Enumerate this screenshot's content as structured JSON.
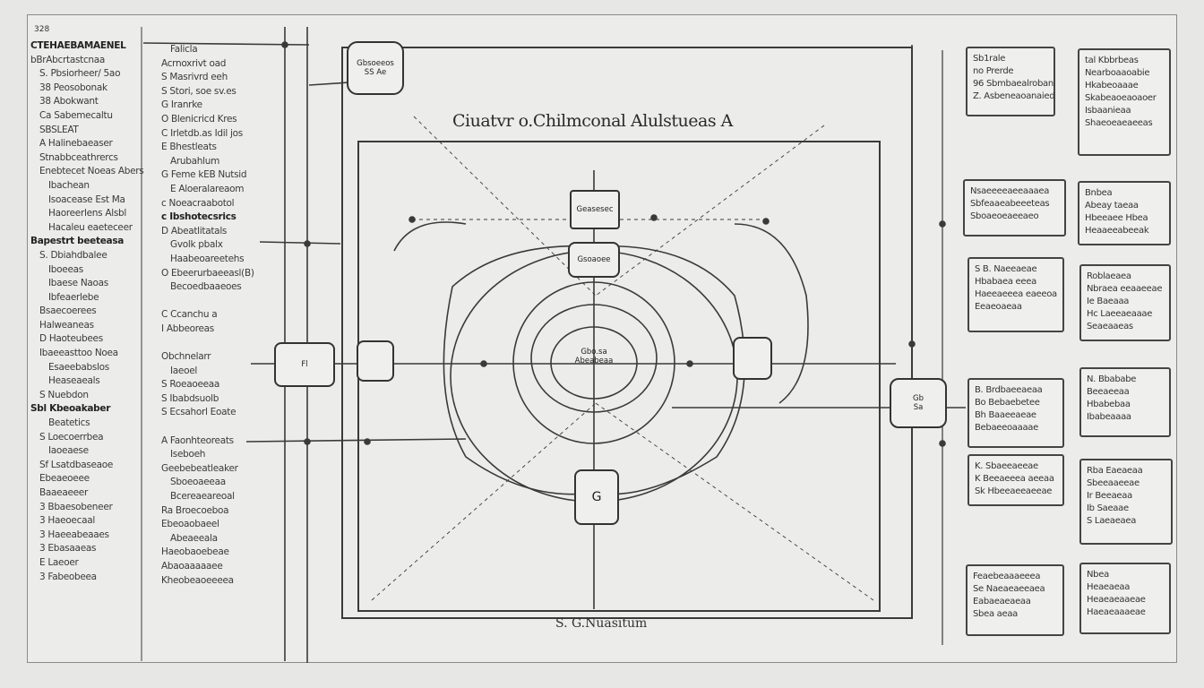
{
  "corner_label": "328",
  "title": "Ciuatvr o.Chilmconal Alulstueas A",
  "bottom_label": "S. G.Nuasitum",
  "left_column": [
    {
      "t": "CTEHAEBAMAENEL",
      "c": "hd"
    },
    {
      "t": "bBrAbcrtastcnaa",
      "c": ""
    },
    {
      "t": "S. Pbsiorheer/ 5ao",
      "c": "sub"
    },
    {
      "t": "38 Peosobonak",
      "c": "sub"
    },
    {
      "t": "38 Abokwant",
      "c": "sub"
    },
    {
      "t": "Ca Sabemecaltu",
      "c": "sub"
    },
    {
      "t": "SBSLEAT",
      "c": "sub"
    },
    {
      "t": "A Halinebaeaser",
      "c": "sub"
    },
    {
      "t": "Stnabbceathrercs",
      "c": "sub"
    },
    {
      "t": "Enebtecet Noeas Abers",
      "c": "sub"
    },
    {
      "t": "Ibachean",
      "c": "sub2"
    },
    {
      "t": "Isoacease Est Ma",
      "c": "sub2"
    },
    {
      "t": "Haoreerlens Alsbl",
      "c": "sub2"
    },
    {
      "t": "Hacaleu eaeteceer",
      "c": "sub2"
    },
    {
      "t": "Bapestrt beeteasa",
      "c": "hd"
    },
    {
      "t": "S. Dbiahdbalee",
      "c": "sub"
    },
    {
      "t": "Iboeeas",
      "c": "sub2"
    },
    {
      "t": "Ibaese Naoas",
      "c": "sub2"
    },
    {
      "t": "Ibfeaerlebe",
      "c": "sub2"
    },
    {
      "t": "Bsaecoerees",
      "c": "sub"
    },
    {
      "t": "Halweaneas",
      "c": "sub"
    },
    {
      "t": "D Haoteubees",
      "c": "sub"
    },
    {
      "t": "Ibaeeasttoo Noea",
      "c": "sub"
    },
    {
      "t": "Esaeebabslos",
      "c": "sub2"
    },
    {
      "t": "Heaseaeals",
      "c": "sub2"
    },
    {
      "t": "S Nuebdon",
      "c": "sub"
    },
    {
      "t": "Sbl Kbeoakaber",
      "c": "hd"
    },
    {
      "t": "Beatetics",
      "c": "sub2"
    },
    {
      "t": "S Loecoerrbea",
      "c": "sub"
    },
    {
      "t": "Iaoeaese",
      "c": "sub2"
    },
    {
      "t": "Sf Lsatdbaseaoe",
      "c": "sub"
    },
    {
      "t": "Ebeaeoeee",
      "c": "sub"
    },
    {
      "t": "Baaeaeeer",
      "c": "sub"
    },
    {
      "t": "3 Bbaesobeneer",
      "c": "sub"
    },
    {
      "t": "3 Haeoecaal",
      "c": "sub"
    },
    {
      "t": "3 Haeeabeaaes",
      "c": "sub"
    },
    {
      "t": "3 Ebasaaeas",
      "c": "sub"
    },
    {
      "t": "E Laeoer",
      "c": "sub"
    },
    {
      "t": "3 Fabeobeea",
      "c": "sub"
    }
  ],
  "middle_column": [
    {
      "t": "Falicla",
      "c": "sub"
    },
    {
      "t": "Acrnoxrivt oad",
      "c": ""
    },
    {
      "t": "S Masrivrd eeh",
      "c": ""
    },
    {
      "t": "S Stori, soe sv.es",
      "c": ""
    },
    {
      "t": "G Iranrke",
      "c": ""
    },
    {
      "t": "O Blenicricd Kres",
      "c": ""
    },
    {
      "t": "C Irletdb.as Idil jos",
      "c": ""
    },
    {
      "t": "E Bhestleats",
      "c": ""
    },
    {
      "t": "Arubahlum",
      "c": "sub"
    },
    {
      "t": "G Feme kEB Nutsid",
      "c": ""
    },
    {
      "t": "E Aloeralareaom",
      "c": "sub"
    },
    {
      "t": "c Noeacraabotol",
      "c": ""
    },
    {
      "t": "c Ibshotecsrics",
      "c": "hd"
    },
    {
      "t": "D Abeatlitatals",
      "c": ""
    },
    {
      "t": "Gvolk pbalx",
      "c": "sub"
    },
    {
      "t": "Haabeoareetehs",
      "c": "sub"
    },
    {
      "t": "O Ebeerurbaeeasl(B)",
      "c": ""
    },
    {
      "t": "Becoedbaaeoes",
      "c": "sub"
    },
    {
      "t": "",
      "c": ""
    },
    {
      "t": "C Ccanchu a",
      "c": ""
    },
    {
      "t": "I Abbeoreas",
      "c": ""
    },
    {
      "t": "",
      "c": ""
    },
    {
      "t": "Obchnelarr",
      "c": ""
    },
    {
      "t": "Iaeoel",
      "c": "sub"
    },
    {
      "t": "S Roeaoeeaa",
      "c": ""
    },
    {
      "t": "S Ibabdsuolb",
      "c": ""
    },
    {
      "t": "S Ecsahorl Eoate",
      "c": ""
    },
    {
      "t": "",
      "c": ""
    },
    {
      "t": "A Faonhteoreats",
      "c": ""
    },
    {
      "t": "Iseboeh",
      "c": "sub"
    },
    {
      "t": "Geebebeatleaker",
      "c": ""
    },
    {
      "t": "Sboeoaeeaa",
      "c": "sub"
    },
    {
      "t": "Bcereaeareoal",
      "c": "sub"
    },
    {
      "t": "Ra Broecoeboa",
      "c": ""
    },
    {
      "t": "Ebeoaobaeel",
      "c": ""
    },
    {
      "t": "Abeaeeala",
      "c": "sub"
    },
    {
      "t": "Haeobaoebeae",
      "c": ""
    },
    {
      "t": "Abaoaaaaaee",
      "c": ""
    },
    {
      "t": "Kheobeaoeeeea",
      "c": ""
    }
  ],
  "right_boxes": [
    {
      "lines": [
        "Sb1rale",
        "no Prerde",
        "96 Sbmbaealroban",
        "Z. Asbeneaoanaieder"
      ]
    },
    {
      "lines": [
        "tal Kbbrbeas",
        "Nearboaaoabie",
        "Hkabeoaaae",
        "Skabeaoeaoaoer",
        "Isbaanieaa",
        "Shaeoeaeaeeas"
      ]
    },
    {
      "lines": [
        "Nsaeeeeaeeaaaea",
        "Sbfeaaeabeeeteas",
        "Sboaeoeaeeaeo"
      ]
    },
    {
      "lines": [
        "Bnbea",
        "Abeay taeaa",
        "Hbeeaee Hbea",
        "Heaaeeabeeak"
      ]
    },
    {
      "lines": [
        "S B. Naeeaeae",
        "Hbabaea eeea",
        "Haeeaeeea eaeeoa",
        "Eeaeoaeaa"
      ]
    },
    {
      "lines": [
        "Roblaeaea",
        "Nbraea eeaaeeae",
        "Ie Baeaaa",
        "Hc Laeeaeaaae",
        "Seaeaaeas"
      ]
    },
    {
      "lines": [
        "B. Brdbaeeaeaa",
        "Bo Bebaebetee",
        "Bh Baaeeaeae",
        "Bebaeeoaaaae"
      ]
    },
    {
      "lines": [
        "N. Bbababe",
        "Beeaeeaa",
        "Hbabebaa",
        "Ibabeaaaa"
      ]
    },
    {
      "lines": [
        "K. Sbaeeaeeae",
        "K Beeaeeea aeeaa",
        "Sk Hbeeaeeaeeae"
      ]
    },
    {
      "lines": [
        "Rba Eaeaeaa",
        "Sbeeaaeeae",
        "Ir Beeaeaa",
        "Ib Saeaae",
        "S Laeaeaea"
      ]
    },
    {
      "lines": [
        "Feaebeaaaeeea",
        "Se Naeaeaeeaea",
        "Eabaeaeaeaa",
        "Sbea aeaa"
      ]
    },
    {
      "lines": [
        "Nbea",
        "Heaeaeaa",
        "Heaeaeaaeae",
        "Haeaeaaaeae"
      ]
    }
  ],
  "nodes": {
    "top_left": [
      "Gbsoeeos",
      "SS Ae"
    ],
    "top": [
      "Geasesec"
    ],
    "top_inner": [
      "Gsoaoee"
    ],
    "center": [
      "Gbo.sa",
      "Abeabeaa"
    ],
    "left1": [
      "Fl"
    ],
    "left2": [
      ""
    ],
    "right": [
      "Gb",
      "Sa"
    ],
    "bottom": [
      "G"
    ],
    "right_small": [
      ""
    ]
  },
  "colors": {
    "line": "#3a3a3a",
    "background": "#e7e7e5",
    "paper": "#ececea"
  }
}
